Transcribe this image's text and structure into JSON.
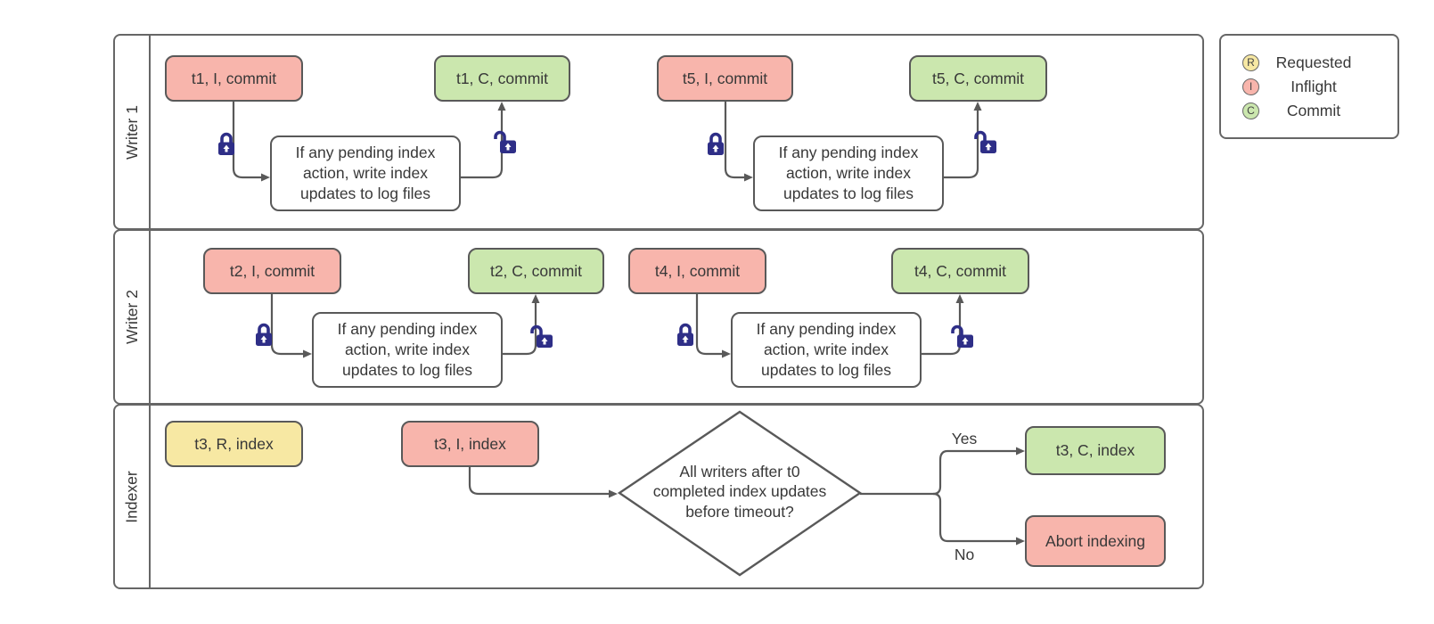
{
  "colors": {
    "inflight_fill": "#F8B5AC",
    "commit_fill": "#CBE7AE",
    "requested_fill": "#F7E8A3",
    "node_stroke": "#595959",
    "lane_stroke": "#666666",
    "lock_blue": "#2E2E87",
    "text": "#383838"
  },
  "lanes": {
    "writer1": "Writer 1",
    "writer2": "Writer 2",
    "indexer": "Indexer"
  },
  "writer1": {
    "t1_inflight": "t1, I, commit",
    "t1_action": "If any pending index action, write index updates to log files",
    "t1_commit": "t1, C, commit",
    "t5_inflight": "t5, I, commit",
    "t5_action": "If any pending index action, write index updates to log files",
    "t5_commit": "t5, C, commit"
  },
  "writer2": {
    "t2_inflight": "t2, I, commit",
    "t2_action": "If any pending index action, write index updates to log files",
    "t2_commit": "t2, C, commit",
    "t4_inflight": "t4, I, commit",
    "t4_action": "If any pending index action, write index updates to log files",
    "t4_commit": "t4, C, commit"
  },
  "indexer": {
    "t3_requested": "t3, R, index",
    "t3_inflight": "t3, I, index",
    "decision": "All writers after t0 completed index updates before timeout?",
    "yes": "Yes",
    "no": "No",
    "t3_commit": "t3, C, index",
    "abort": "Abort indexing"
  },
  "legend": {
    "items": [
      {
        "letter": "R",
        "label": "Requested"
      },
      {
        "letter": "I",
        "label": "Inflight"
      },
      {
        "letter": "C",
        "label": "Commit"
      }
    ]
  }
}
